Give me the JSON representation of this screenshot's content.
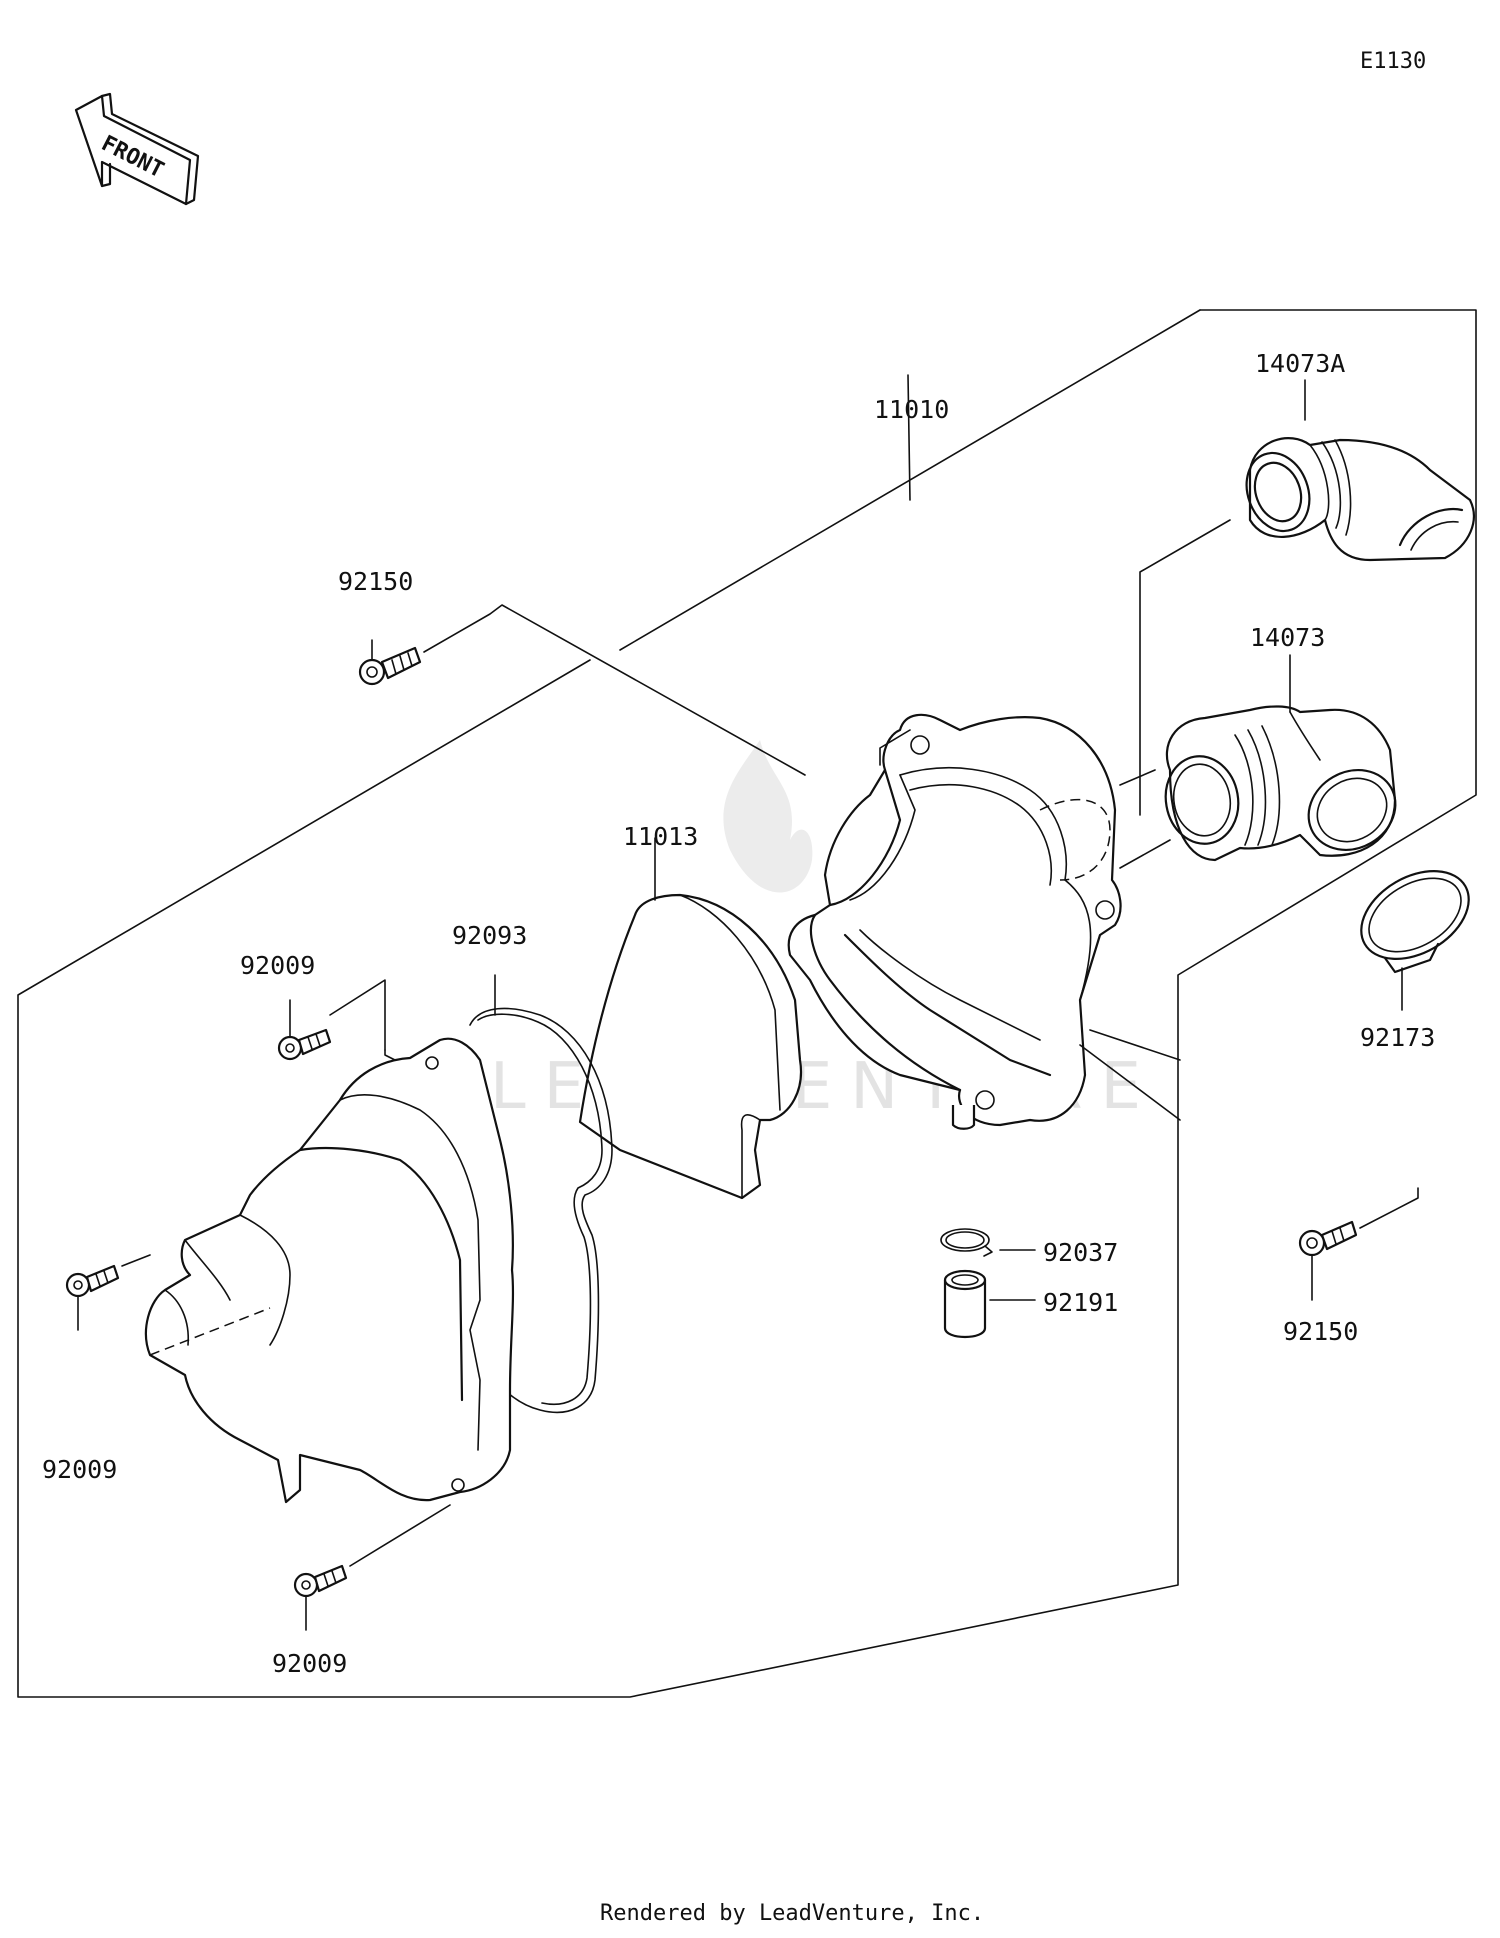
{
  "diagram": {
    "code": "E1130",
    "front_label": "FRONT",
    "footer": "Rendered by LeadVenture, Inc.",
    "watermark": "LEADVENTURE",
    "parts": {
      "p11010": "11010",
      "p14073A": "14073A",
      "p14073": "14073",
      "p92150_top": "92150",
      "p11013": "11013",
      "p92093": "92093",
      "p92009_top": "92009",
      "p92173": "92173",
      "p92037": "92037",
      "p92191": "92191",
      "p92150_right": "92150",
      "p92009_left": "92009",
      "p92009_bottom": "92009"
    }
  }
}
